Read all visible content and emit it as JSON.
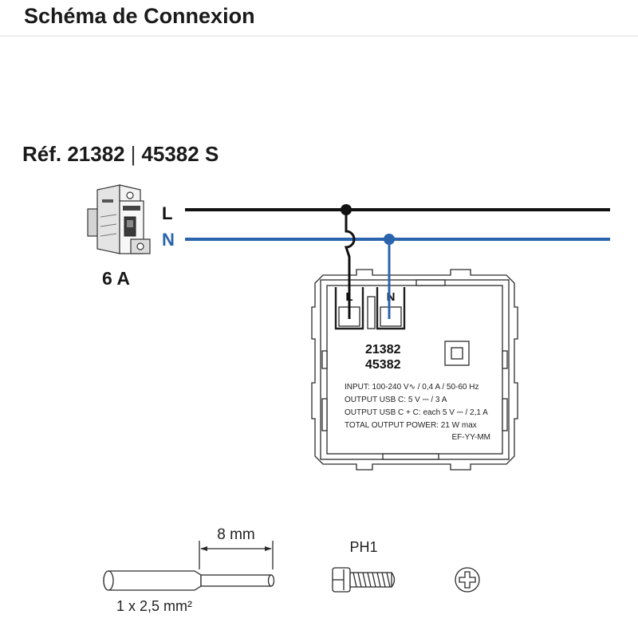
{
  "header": {
    "title": "Schéma de Connexion"
  },
  "reference": {
    "primary": "Réf. 21382",
    "separator": "|",
    "secondary": "45382 S"
  },
  "breaker": {
    "rating": "6 A",
    "icon": "breaker-icon"
  },
  "supply_lines": {
    "live_label": "L",
    "neutral_label": "N"
  },
  "module": {
    "terminal_live": "L",
    "terminal_neutral": "N",
    "references": [
      "21382",
      "45382"
    ],
    "specs": [
      "INPUT: 100-240 V∿ / 0,4 A / 50-60 Hz",
      "OUTPUT USB C: 5 V ⎓ / 3 A",
      "OUTPUT USB C + C: each 5 V ⎓ / 2,1 A",
      "TOTAL OUTPUT POWER: 21 W max"
    ],
    "date_code": "EF-YY-MM"
  },
  "cable": {
    "strip_length": "8 mm",
    "section": "1 x 2,5 mm²",
    "icon": "stripped-wire-icon"
  },
  "screwdriver": {
    "size": "PH1",
    "screw_icon": "screw-icon",
    "head_icon": "phillips-head-icon"
  },
  "colors": {
    "live": "#111111",
    "neutral": "#2a64ad",
    "ink": "#1a1a1a",
    "divider": "#d9d9d9"
  }
}
